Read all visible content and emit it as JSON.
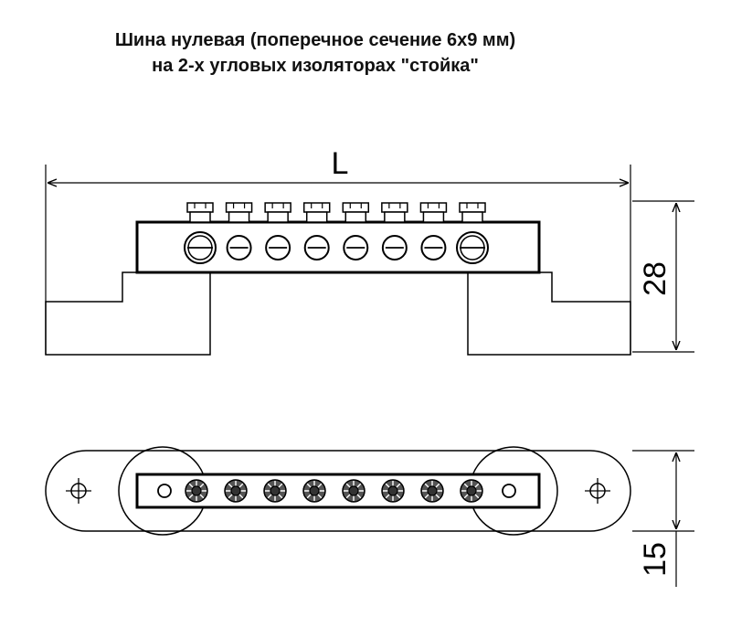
{
  "title": {
    "line1": "Шина нулевая (поперечное сечение 6х9 мм)",
    "line2": "на 2-х угловых изоляторах \"стойка\""
  },
  "dimensions": {
    "length_label": "L",
    "height_label": "28",
    "width_label": "15"
  },
  "bar": {
    "terminal_count": 8,
    "stroke_color": "#000000",
    "fill_color": "#ffffff"
  }
}
